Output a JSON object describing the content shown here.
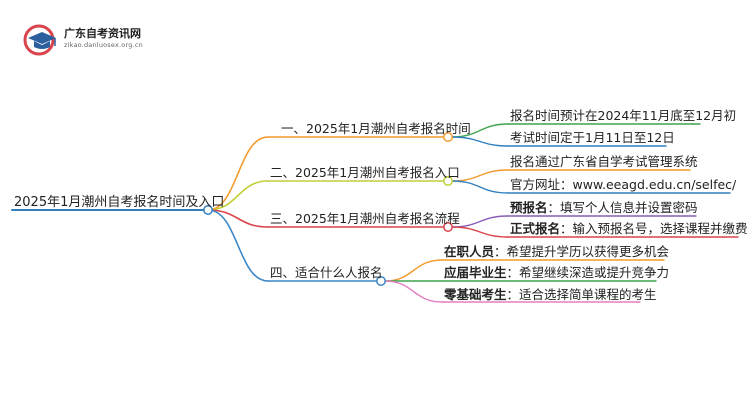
{
  "site": {
    "title": "广东自考资讯网",
    "domain": "zikao.danluosex.org.cn"
  },
  "colors": {
    "root": "#2f7fbf",
    "b1": "#f39a2c",
    "b2": "#c4cf35",
    "b3": "#d9434b",
    "b4": "#3a86c8",
    "green": "#3fa34d",
    "blue": "#2f7fbf",
    "red": "#d9434b",
    "purple": "#8a5bb8",
    "orange": "#f39a2c",
    "pink": "#e57fc4"
  },
  "root": {
    "label": "2025年1月潮州自考报名时间及入口"
  },
  "branches": [
    {
      "label": "一、2025年1月潮州自考报名时间",
      "leaves": [
        {
          "bold": "",
          "text": "报名时间预计在2024年11月底至12月初"
        },
        {
          "bold": "",
          "text": "考试时间定于1月11日至12日"
        }
      ]
    },
    {
      "label": "二、2025年1月潮州自考报名入口",
      "leaves": [
        {
          "bold": "",
          "text": "报名通过广东省自学考试管理系统"
        },
        {
          "bold": "",
          "text": "官方网址：www.eeagd.edu.cn/selfec/"
        }
      ]
    },
    {
      "label": "三、2025年1月潮州自考报名流程",
      "leaves": [
        {
          "bold": "预报名",
          "text": "：填写个人信息并设置密码"
        },
        {
          "bold": "正式报名",
          "text": "：输入预报名号，选择课程并缴费"
        }
      ]
    },
    {
      "label": "四、适合什么人报名",
      "leaves": [
        {
          "bold": "在职人员",
          "text": "：希望提升学历以获得更多机会"
        },
        {
          "bold": "应届毕业生",
          "text": "：希望继续深造或提升竞争力"
        },
        {
          "bold": "零基础考生",
          "text": "：适合选择简单课程的考生"
        }
      ]
    }
  ]
}
